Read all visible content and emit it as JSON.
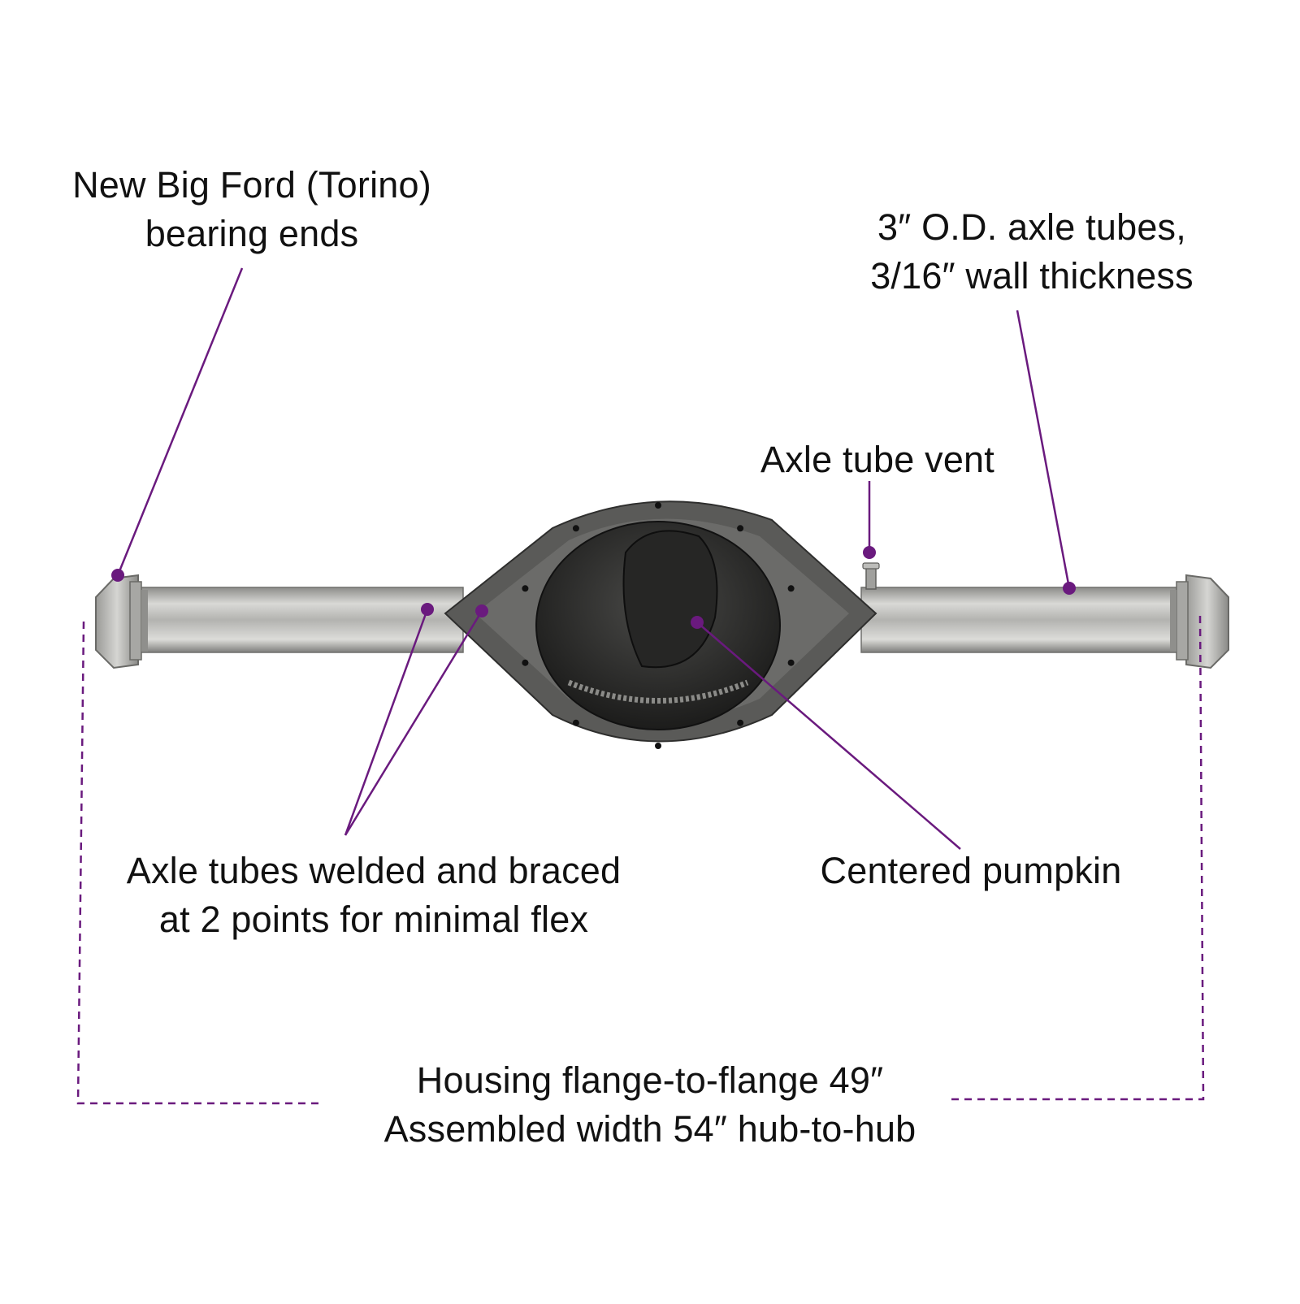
{
  "colors": {
    "leader_line": "#6a1a7e",
    "leader_dot": "#6a1a7e",
    "text": "#111111",
    "tube_steel": "#c9c9c6",
    "housing_dark": "#3a3a38"
  },
  "image": {
    "subject": "rear-axle-housing-photo"
  },
  "callouts": {
    "bearing_ends": {
      "line1": "New Big Ford (Torino)",
      "line2": "bearing ends"
    },
    "axle_tubes": {
      "line1": "3″ O.D. axle tubes,",
      "line2": "3/16″ wall thickness"
    },
    "vent": {
      "line1": "Axle tube vent"
    },
    "welded": {
      "line1": "Axle tubes welded and braced",
      "line2": "at 2 points for minimal flex"
    },
    "pumpkin": {
      "line1": "Centered pumpkin"
    },
    "width": {
      "line1": "Housing flange-to-flange 49″",
      "line2": "Assembled width 54″ hub-to-hub"
    }
  }
}
